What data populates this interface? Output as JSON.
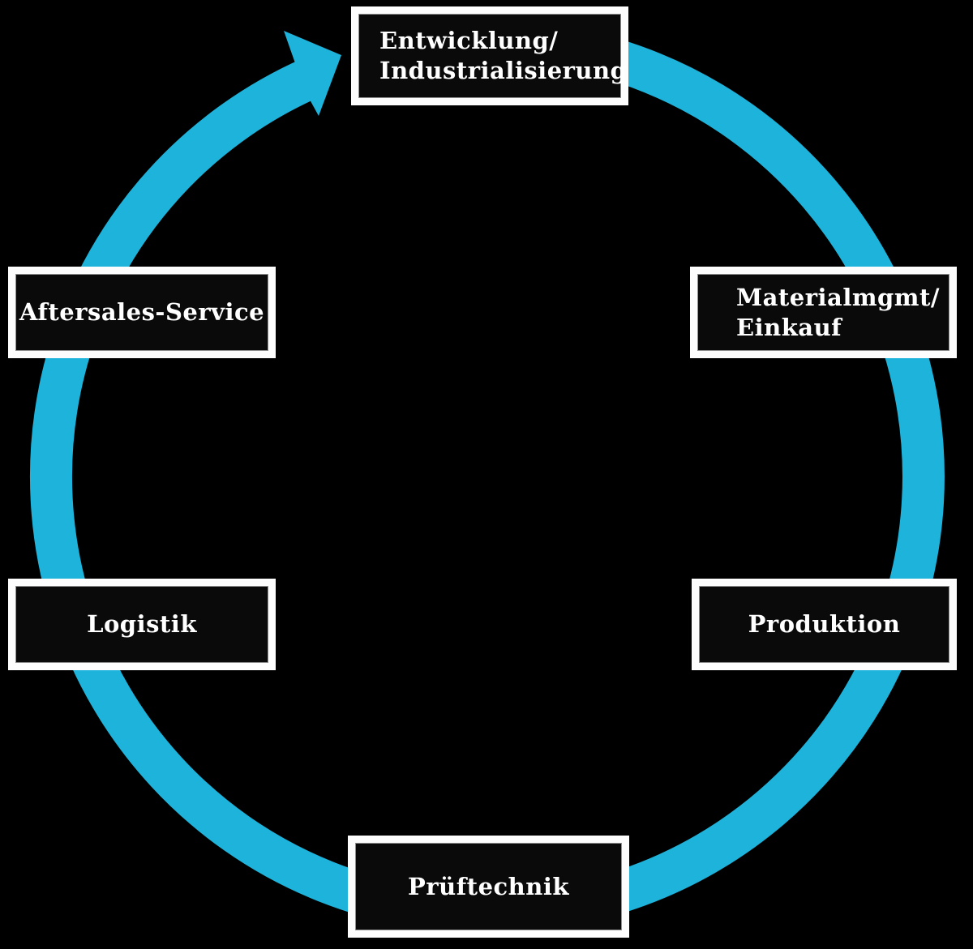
{
  "diagram": {
    "type": "cycle",
    "direction": "clockwise",
    "nodes": [
      {
        "id": "entwicklung-industrialisierung",
        "lines": [
          "Entwicklung/",
          "Industrialisierung"
        ]
      },
      {
        "id": "materialmgmt-einkauf",
        "lines": [
          "Materialmgmt/",
          "Einkauf"
        ]
      },
      {
        "id": "produktion",
        "lines": [
          "Produktion"
        ]
      },
      {
        "id": "prueftechnik",
        "lines": [
          "Prüftechnik"
        ]
      },
      {
        "id": "logistik",
        "lines": [
          "Logistik"
        ]
      },
      {
        "id": "aftersales-service",
        "lines": [
          "Aftersales-Service"
        ]
      }
    ],
    "colors": {
      "arrow": "#1eb3db",
      "box_background": "#0a0a0a",
      "box_border": "#fdfdfd",
      "label_text": "#ffffff",
      "page_background": "#000000"
    }
  }
}
